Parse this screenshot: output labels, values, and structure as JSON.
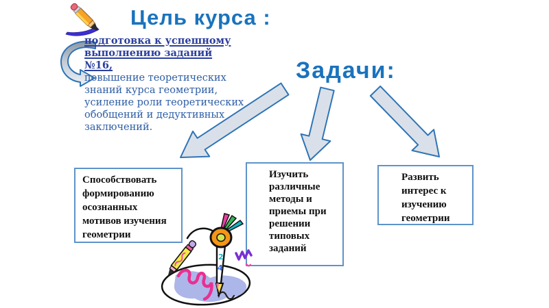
{
  "slide": {
    "title": "Цель курса :",
    "goal": {
      "highlight": "подготовка к успешному выполнению заданий №16,",
      "description": "повышение теоретических знаний курса геометрии, усиление роли теоретических обобщений и дедуктивных заключений."
    },
    "tasks_heading": "Задачи:",
    "tasks": [
      {
        "label": "Способствовать формированию осознанных мотивов изучения геометрии"
      },
      {
        "label": "Изучить различные методы и приемы при решении типовых заданий"
      },
      {
        "label": "Развить интерес к изучению геометрии"
      }
    ]
  },
  "icons": {
    "pencil": "pencil-icon",
    "curved_arrow": "curved-swoosh-arrow-icon",
    "task_arrows": [
      "arrow-down-left-icon",
      "arrow-down-icon",
      "arrow-down-right-icon"
    ],
    "clipart": "compass-and-pencil-clipart"
  },
  "colors": {
    "heading_blue": "#1a73bd",
    "goal_highlight_blue": "#2b3f9e",
    "goal_text_blue": "#2e5ea6",
    "box_border_blue": "#5d93c9",
    "box_text": "#111111",
    "arrow_fill": "#dae0e9",
    "arrow_stroke": "#2e74b5",
    "background": "#ffffff"
  }
}
